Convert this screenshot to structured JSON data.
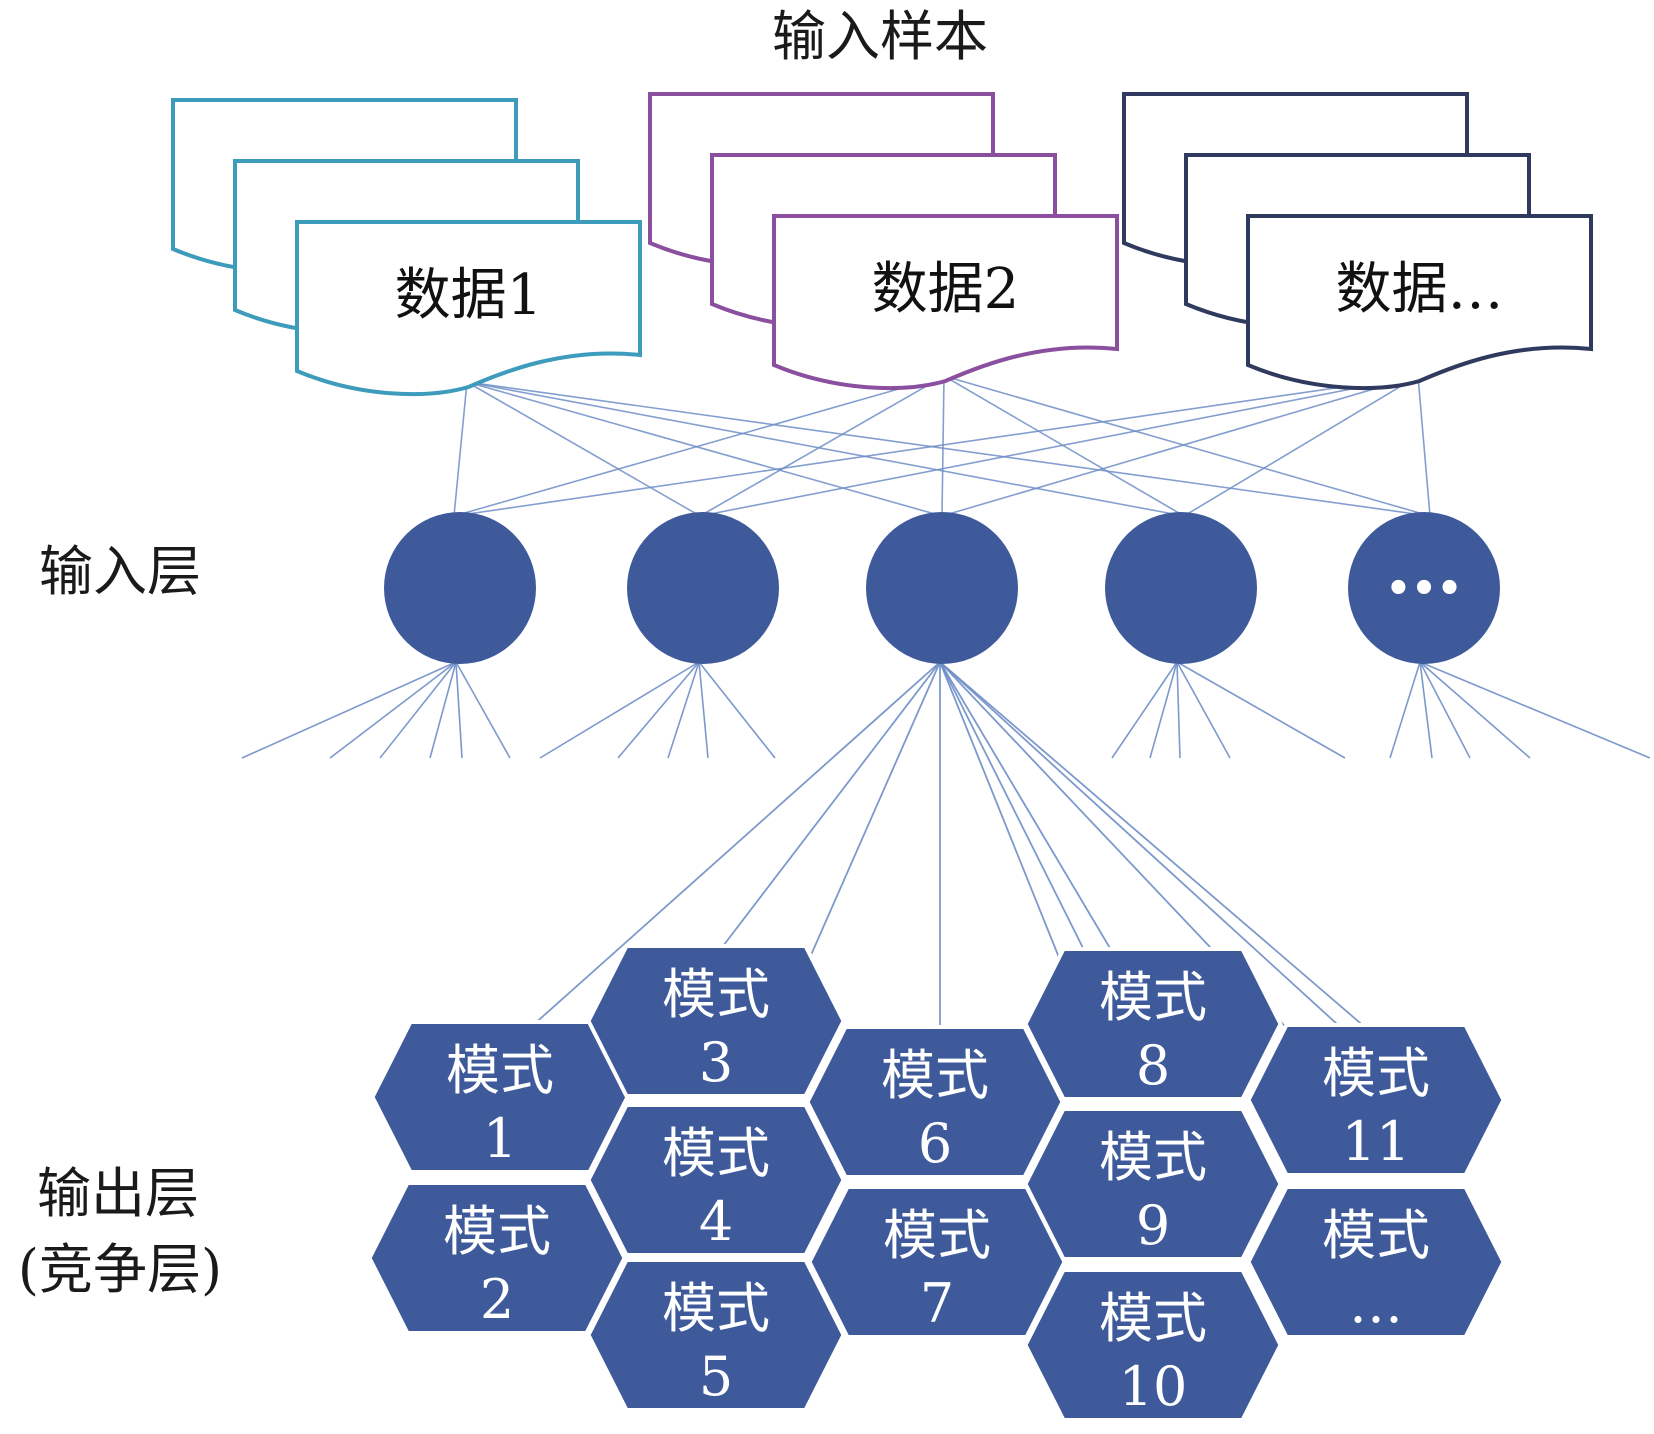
{
  "title": "输入样本",
  "layers": {
    "input": "输入层",
    "output_line1": "输出层",
    "output_line2": "(竞争层)"
  },
  "colors": {
    "node_fill": "#3e5a9b",
    "link": "#6f8fc7",
    "doc_group_1": "#3d9bbb",
    "doc_group_2": "#8a4f9e",
    "doc_group_3": "#2f3a5e"
  },
  "samples": [
    {
      "label": "数据1"
    },
    {
      "label": "数据2"
    },
    {
      "label": "数据…"
    }
  ],
  "input_nodes": [
    {
      "label": ""
    },
    {
      "label": ""
    },
    {
      "label": ""
    },
    {
      "label": ""
    },
    {
      "label": "•••"
    }
  ],
  "patterns": [
    {
      "name": "模式",
      "id": "1"
    },
    {
      "name": "模式",
      "id": "2"
    },
    {
      "name": "模式",
      "id": "3"
    },
    {
      "name": "模式",
      "id": "4"
    },
    {
      "name": "模式",
      "id": "5"
    },
    {
      "name": "模式",
      "id": "6"
    },
    {
      "name": "模式",
      "id": "7"
    },
    {
      "name": "模式",
      "id": "8"
    },
    {
      "name": "模式",
      "id": "9"
    },
    {
      "name": "模式",
      "id": "10"
    },
    {
      "name": "模式",
      "id": "11"
    },
    {
      "name": "模式",
      "id": "…"
    }
  ]
}
